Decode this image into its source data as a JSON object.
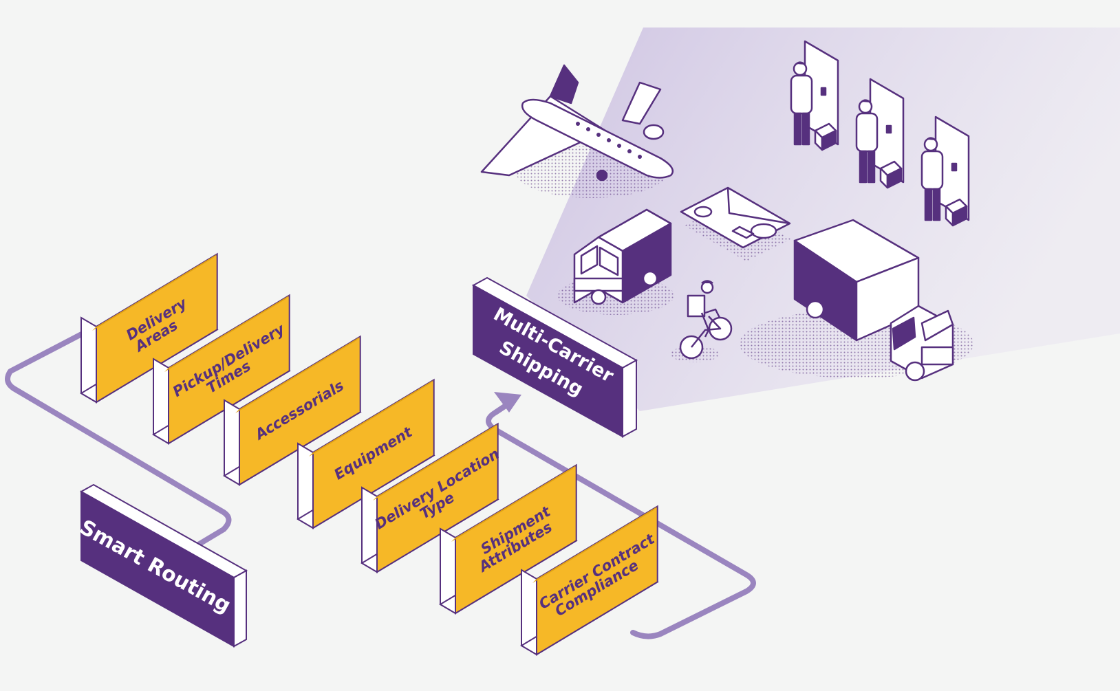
{
  "colors": {
    "background": "#f4f5f4",
    "yellow": "#f6b827",
    "yellow_dark": "#e0a114",
    "purple": "#56307e",
    "purple_light": "#9a86bd",
    "path": "#9a85bf",
    "white": "#ffffff"
  },
  "nodes": {
    "smart_routing": {
      "lines": [
        "Smart Routing"
      ]
    },
    "multi_carrier": {
      "lines": [
        "Multi-Carrier",
        "Shipping"
      ]
    },
    "steps": [
      {
        "lines": [
          "Delivery",
          "Areas"
        ]
      },
      {
        "lines": [
          "Pickup/Delivery",
          "Times"
        ]
      },
      {
        "lines": [
          "Accessorials"
        ]
      },
      {
        "lines": [
          "Equipment"
        ]
      },
      {
        "lines": [
          "Delivery Location",
          "Type"
        ]
      },
      {
        "lines": [
          "Shipment",
          "Attributes"
        ]
      },
      {
        "lines": [
          "Carrier Contract",
          "Compliance"
        ]
      }
    ]
  },
  "illustrations": [
    "airplane-icon",
    "courier-at-door-icon",
    "shipping-label-icon",
    "delivery-van-icon",
    "bicycle-courier-icon",
    "box-truck-icon"
  ]
}
